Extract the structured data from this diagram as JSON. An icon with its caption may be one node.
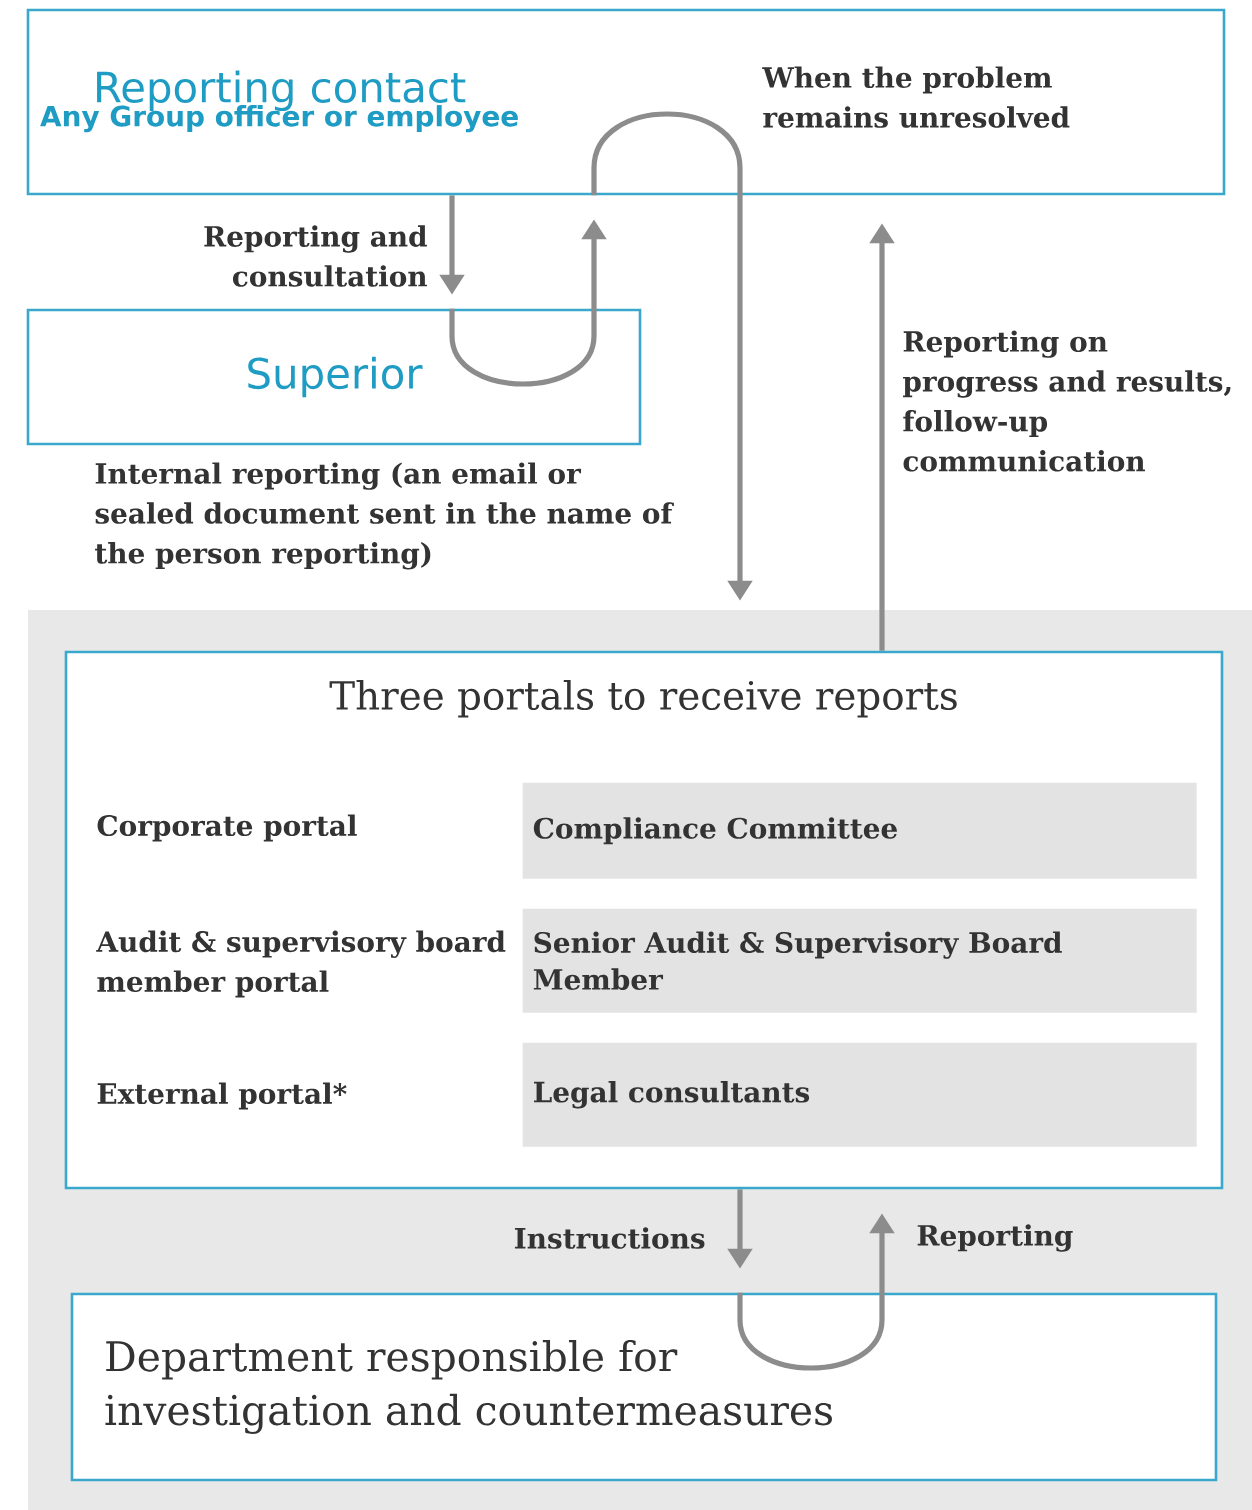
{
  "diagram": {
    "nodes": [
      {
        "text": [
          "Reporting contact",
          "Any Group officer or employee"
        ]
      },
      {
        "text": [
          "Superior"
        ]
      },
      {
        "text": [
          "Three portals to receive reports"
        ]
      },
      {
        "text": [
          "Compliance Committee"
        ],
        "in": 2
      },
      {
        "text": [
          "Senior Audit & Supervisory Board Member"
        ],
        "in": 2
      },
      {
        "text": [
          "Legal consultants"
        ],
        "in": 2
      },
      {
        "text": [
          "Department responsible for investigation and countermeasures"
        ]
      }
    ],
    "edges": [
      {
        "from": 0,
        "to": 1,
        "arrow": "to",
        "label": "Reporting and consultation"
      },
      {
        "from": 1,
        "to": 0,
        "arrow": "to"
      },
      {
        "from": 0,
        "to": 2,
        "arrow": "to",
        "label": "Internal reporting (an email or sealed document sent in the name of the person reporting)"
      },
      {
        "from": 2,
        "to": 0,
        "arrow": "to",
        "label": "Reporting on progress and results, follow-up communication"
      },
      {
        "from": 2,
        "to": 6,
        "arrow": "to",
        "label": "Instructions"
      },
      {
        "from": 6,
        "to": 2,
        "arrow": "to",
        "label": "Reporting"
      }
    ],
    "labels": [
      "When the problem remains unresolved",
      "Corporate portal",
      "Audit & supervisory board member portal",
      "External portal*"
    ]
  }
}
